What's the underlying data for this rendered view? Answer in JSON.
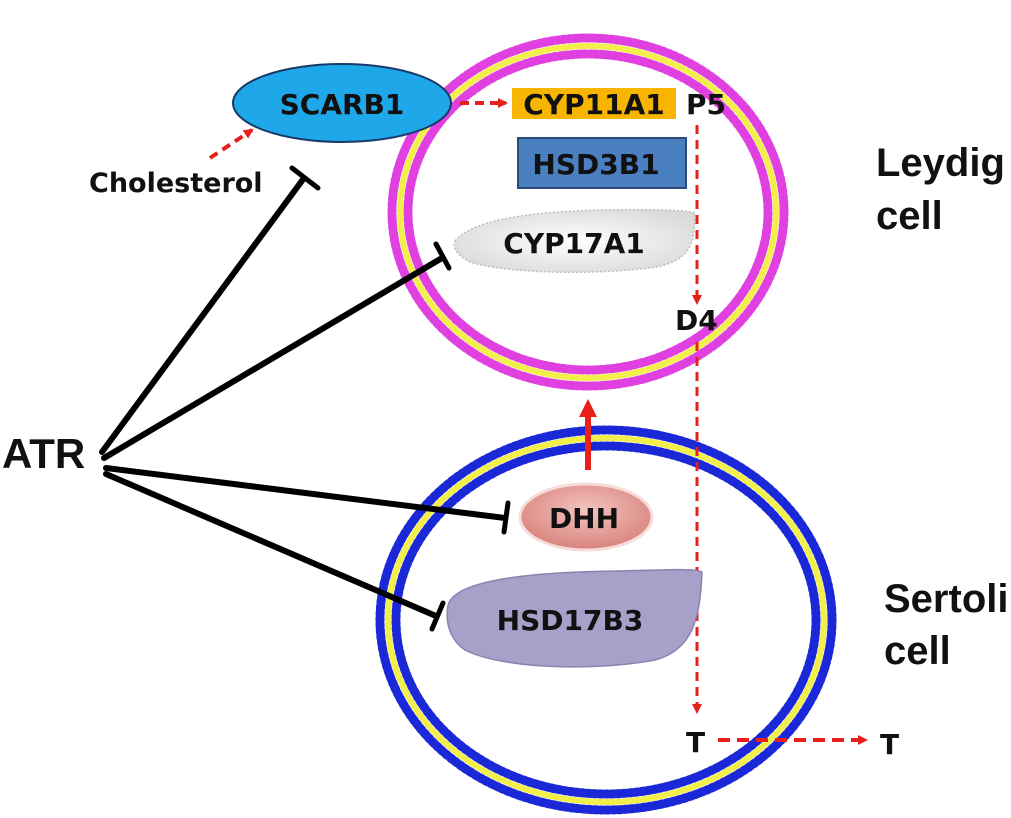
{
  "cells": {
    "leydig": {
      "label_line1": "Leydig",
      "label_line2": "cell",
      "bead_color": "#e040e0"
    },
    "sertoli": {
      "label_line1": "Sertoli",
      "label_line2": "cell",
      "bead_color": "#1a28d8"
    }
  },
  "membrane": {
    "inner_color": "#f2ee4a"
  },
  "proteins": {
    "scarb1": {
      "label": "SCARB1",
      "color": "#1ea8ea"
    },
    "cyp11a1": {
      "label": "CYP11A1",
      "color": "#f7b400"
    },
    "hsd3b1": {
      "label": "HSD3B1",
      "color": "#4a7fc0"
    },
    "cyp17a1": {
      "label": "CYP17A1",
      "color": "#eeeeee"
    },
    "dhh": {
      "label": "DHH",
      "color": "#e39b95"
    },
    "hsd17b3": {
      "label": "HSD17B3",
      "color": "#a8a0c8"
    }
  },
  "metabolites": {
    "cholesterol": "Cholesterol",
    "p5": "P5",
    "d4": "D4",
    "t_inside": "T",
    "t_outside": "T"
  },
  "inhibitor": {
    "label": "ATR"
  },
  "colors": {
    "pathway_arrow": "#e8201c",
    "inhibition": "#000000"
  }
}
